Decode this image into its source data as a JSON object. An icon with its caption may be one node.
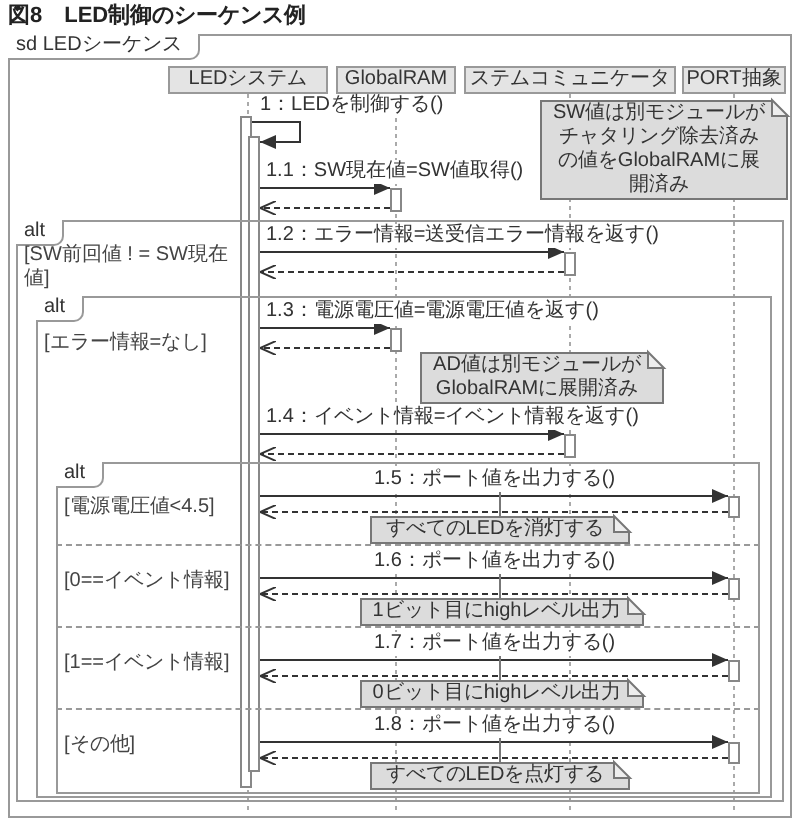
{
  "diagram": {
    "title": "図8　LED制御のシーケンス例",
    "nodes": [
      {
        "text": [
          "sd LEDシーケンス"
        ]
      },
      {
        "text": [
          "LEDシステム"
        ],
        "in": 0
      },
      {
        "text": [
          "GlobalRAM"
        ],
        "in": 0
      },
      {
        "text": [
          "ステムコミュニケータ"
        ],
        "in": 0
      },
      {
        "text": [
          "PORT抽象"
        ],
        "in": 0
      },
      {
        "text": [],
        "shape": "bar",
        "in": 0
      },
      {
        "text": [],
        "shape": "bar",
        "in": 0
      },
      {
        "text": [
          "SW値は別モジュールがチャタリング除去済みの値をGlobalRAMに展開済み"
        ],
        "in": 0
      },
      {
        "text": [],
        "shape": "bar",
        "in": 0
      },
      {
        "text": [
          "alt",
          "[SW前回値 ! = SW現在値]"
        ],
        "in": 0
      },
      {
        "text": [],
        "shape": "bar",
        "in": 9
      },
      {
        "text": [
          "alt",
          "[エラー情報=なし]"
        ],
        "in": 9
      },
      {
        "text": [],
        "shape": "bar",
        "in": 11
      },
      {
        "text": [
          "AD値は別モジュールがGlobalRAMに展開済み"
        ],
        "in": 11
      },
      {
        "text": [],
        "shape": "bar",
        "in": 11
      },
      {
        "text": [
          "alt",
          "[電源電圧値<4.5]",
          "[0==イベント情報]",
          "[1==イベント情報]",
          "[その他]"
        ],
        "in": 11
      },
      {
        "text": [],
        "shape": "bar",
        "in": 15
      },
      {
        "text": [
          "すべてのLEDを消灯する"
        ],
        "in": 15
      },
      {
        "text": [],
        "shape": "bar",
        "in": 15
      },
      {
        "text": [
          "1ビット目にhighレベル出力"
        ],
        "in": 15
      },
      {
        "text": [],
        "shape": "bar",
        "in": 15
      },
      {
        "text": [
          "0ビット目にhighレベル出力"
        ],
        "in": 15
      },
      {
        "text": [],
        "shape": "bar",
        "in": 15
      },
      {
        "text": [
          "すべてのLEDを点灯する"
        ],
        "in": 15
      }
    ],
    "edges": [
      {
        "from": 5,
        "to": 6,
        "arrow": "to",
        "label": "1：LEDを制御する()"
      },
      {
        "from": 6,
        "to": 8,
        "arrow": "to",
        "label": "1.1：SW現在値=SW値取得()"
      },
      {
        "from": 8,
        "to": 6,
        "arrow": "to",
        "style": "dashed"
      },
      {
        "from": 6,
        "to": 10,
        "arrow": "to",
        "label": "1.2：エラー情報=送受信エラー情報を返す()"
      },
      {
        "from": 10,
        "to": 6,
        "arrow": "to",
        "style": "dashed"
      },
      {
        "from": 6,
        "to": 12,
        "arrow": "to",
        "label": "1.3：電源電圧値=電源電圧値を返す()"
      },
      {
        "from": 12,
        "to": 6,
        "arrow": "to",
        "style": "dashed"
      },
      {
        "from": 6,
        "to": 14,
        "arrow": "to",
        "label": "1.4：イベント情報=イベント情報を返す()"
      },
      {
        "from": 14,
        "to": 6,
        "arrow": "to",
        "style": "dashed"
      },
      {
        "from": 6,
        "to": 16,
        "arrow": "to",
        "label": "1.5：ポート値を出力する()"
      },
      {
        "from": 16,
        "to": 6,
        "arrow": "to",
        "style": "dashed"
      },
      {
        "from": 17,
        "to": null,
        "arrow": "none"
      },
      {
        "from": 6,
        "to": 18,
        "arrow": "to",
        "label": "1.6：ポート値を出力する()"
      },
      {
        "from": 18,
        "to": 6,
        "arrow": "to",
        "style": "dashed"
      },
      {
        "from": 19,
        "to": null,
        "arrow": "none"
      },
      {
        "from": 6,
        "to": 20,
        "arrow": "to",
        "label": "1.7：ポート値を出力する()"
      },
      {
        "from": 20,
        "to": 6,
        "arrow": "to",
        "style": "dashed"
      },
      {
        "from": 21,
        "to": null,
        "arrow": "none"
      },
      {
        "from": 6,
        "to": 22,
        "arrow": "to",
        "label": "1.8：ポート値を出力する()"
      },
      {
        "from": 22,
        "to": 6,
        "arrow": "to",
        "style": "dashed"
      },
      {
        "from": 23,
        "to": null,
        "arrow": "none"
      },
      {
        "from": 1,
        "to": null,
        "arrow": "none",
        "style": "dashed",
        "color": "#aaaaaa"
      },
      {
        "from": 2,
        "to": null,
        "arrow": "none",
        "style": "dashed",
        "color": "#aaaaaa"
      },
      {
        "from": 3,
        "to": null,
        "arrow": "none",
        "style": "dashed",
        "color": "#aaaaaa"
      },
      {
        "from": 4,
        "to": null,
        "arrow": "none",
        "style": "dashed",
        "color": "#aaaaaa"
      }
    ]
  }
}
